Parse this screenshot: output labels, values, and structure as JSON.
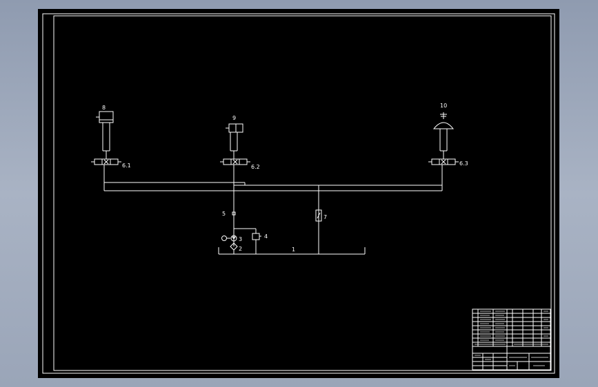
{
  "labels": {
    "actuator_1": "8",
    "actuator_2": "9",
    "actuator_3": "10",
    "valve_1": "6.1",
    "valve_2": "6.2",
    "valve_3": "6.3",
    "component_5": "5",
    "component_7": "7",
    "component_4": "4",
    "component_3": "3",
    "component_2": "2",
    "reservoir_1": "1"
  },
  "colors": {
    "background": "#000000",
    "lines": "#ffffff",
    "viewport": "#9aa5b8"
  }
}
